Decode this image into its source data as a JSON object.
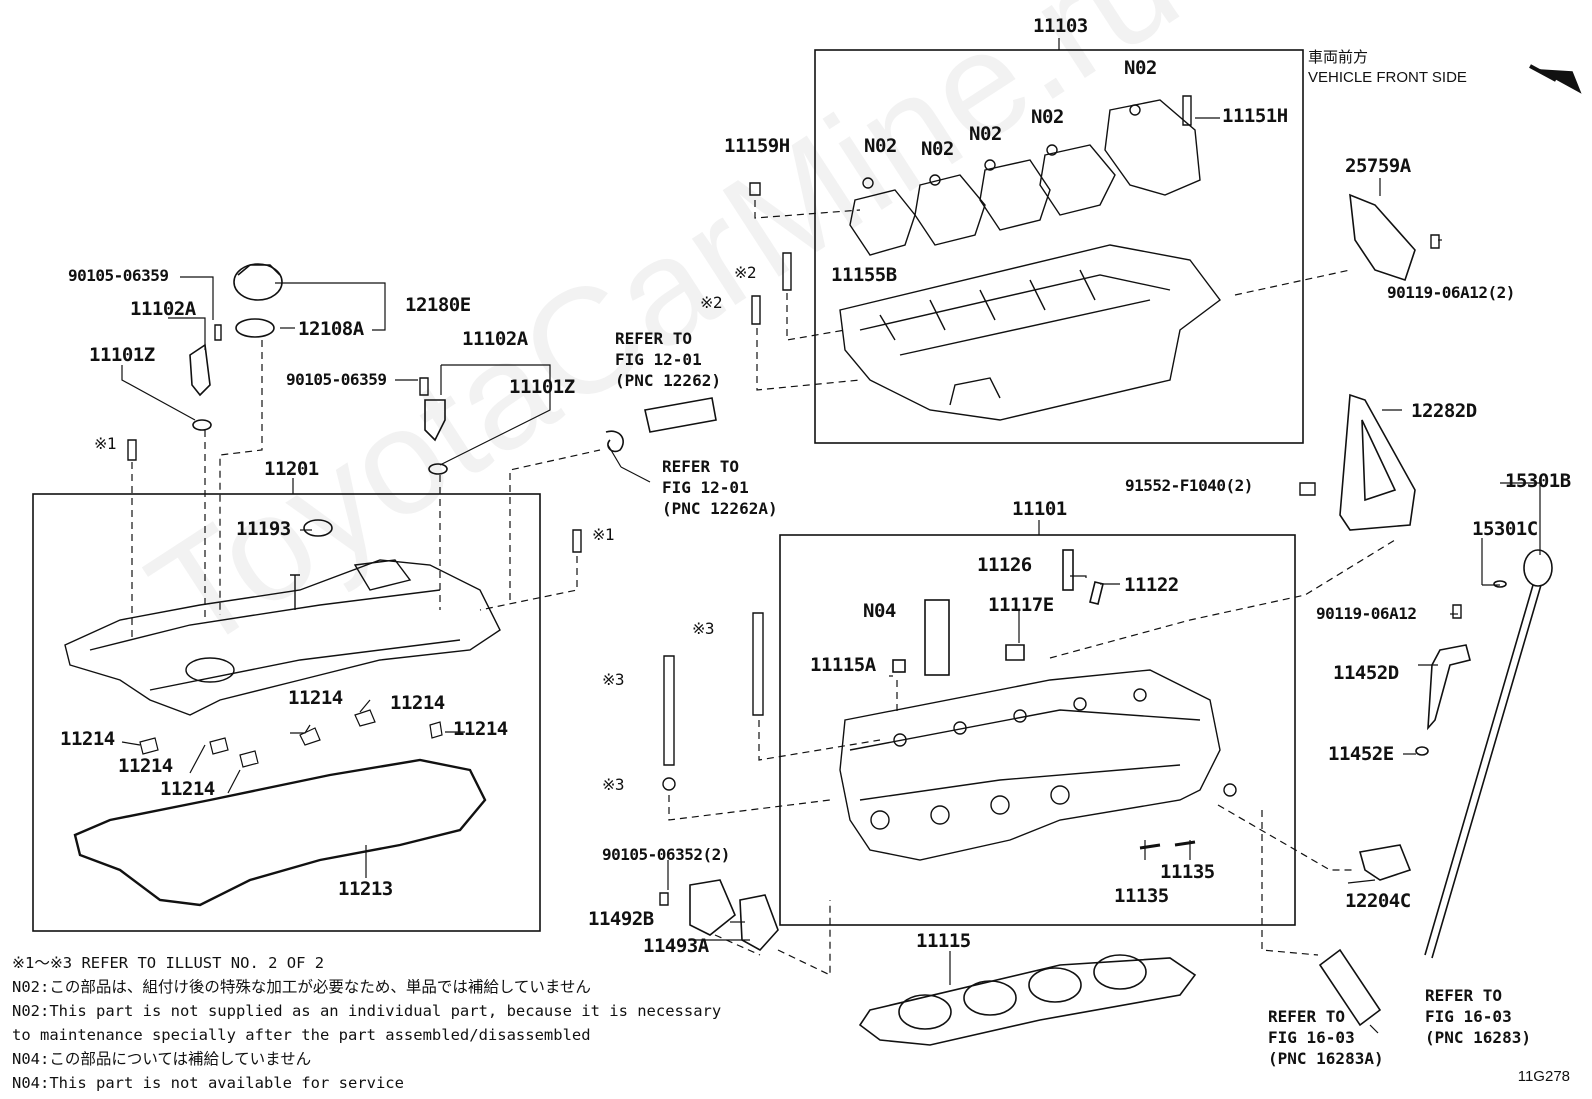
{
  "watermark": "ToyotaCarMine.ru",
  "front_jp": "車両前方",
  "front_en": "VEHICLE FRONT SIDE",
  "diagram_code": "11G278",
  "labels": {
    "l11103": "11103",
    "l11201": "11201",
    "l11101": "11101",
    "l11102A_a": "11102A",
    "l11102A_b": "11102A",
    "l11101Z_a": "11101Z",
    "l11101Z_b": "11101Z",
    "l90105_06359_a": "90105-06359",
    "l90105_06359_b": "90105-06359",
    "l12180E": "12180E",
    "l12108A": "12108A",
    "l11193": "11193",
    "l11214_1": "11214",
    "l11214_2": "11214",
    "l11214_3": "11214",
    "l11214_4": "11214",
    "l11214_5": "11214",
    "l11214_6": "11214",
    "l11213": "11213",
    "l11159H": "11159H",
    "l11155B": "11155B",
    "l11151H": "11151H",
    "lN02_1": "N02",
    "lN02_2": "N02",
    "lN02_3": "N02",
    "lN02_4": "N02",
    "lN02_5": "N02",
    "lN04": "N04",
    "l25759A": "25759A",
    "l90119_06A12_2": "90119-06A12(2)",
    "l12282D": "12282D",
    "l91552": "91552-F1040(2)",
    "l15301B": "15301B",
    "l15301C": "15301C",
    "l90119_06A12": "90119-06A12",
    "l11452D": "11452D",
    "l11452E": "11452E",
    "l12204C": "12204C",
    "l11126": "11126",
    "l11122": "11122",
    "l11117E": "11117E",
    "l11115A": "11115A",
    "l11135_a": "11135",
    "l11135_b": "11135",
    "l11115": "11115",
    "l90105_06352": "90105-06352(2)",
    "l11492B": "11492B",
    "l11493A": "11493A",
    "m1_a": "※1",
    "m1_b": "※1",
    "m2_a": "※2",
    "m2_b": "※2",
    "m3_a": "※3",
    "m3_b": "※3",
    "m3_c": "※3"
  },
  "refs": {
    "ref1": "REFER TO\nFIG 12-01\n(PNC 12262)",
    "ref2": "REFER TO\nFIG 12-01\n(PNC 12262A)",
    "ref3": "REFER TO\nFIG 16-03\n(PNC 16283A)",
    "ref4": "REFER TO\nFIG 16-03\n(PNC 16283)"
  },
  "notes": [
    "※1～※3  REFER TO ILLUST NO. 2 OF 2",
    "N02:この部品は、組付け後の特殊な加工が必要なため、単品では補給していません",
    "N02:This part is not supplied as an individual part, because it is necessary",
    "    to maintenance specially after the part assembled/disassembled",
    "N04:この部品については補給していません",
    "N04:This part is not available for service"
  ]
}
